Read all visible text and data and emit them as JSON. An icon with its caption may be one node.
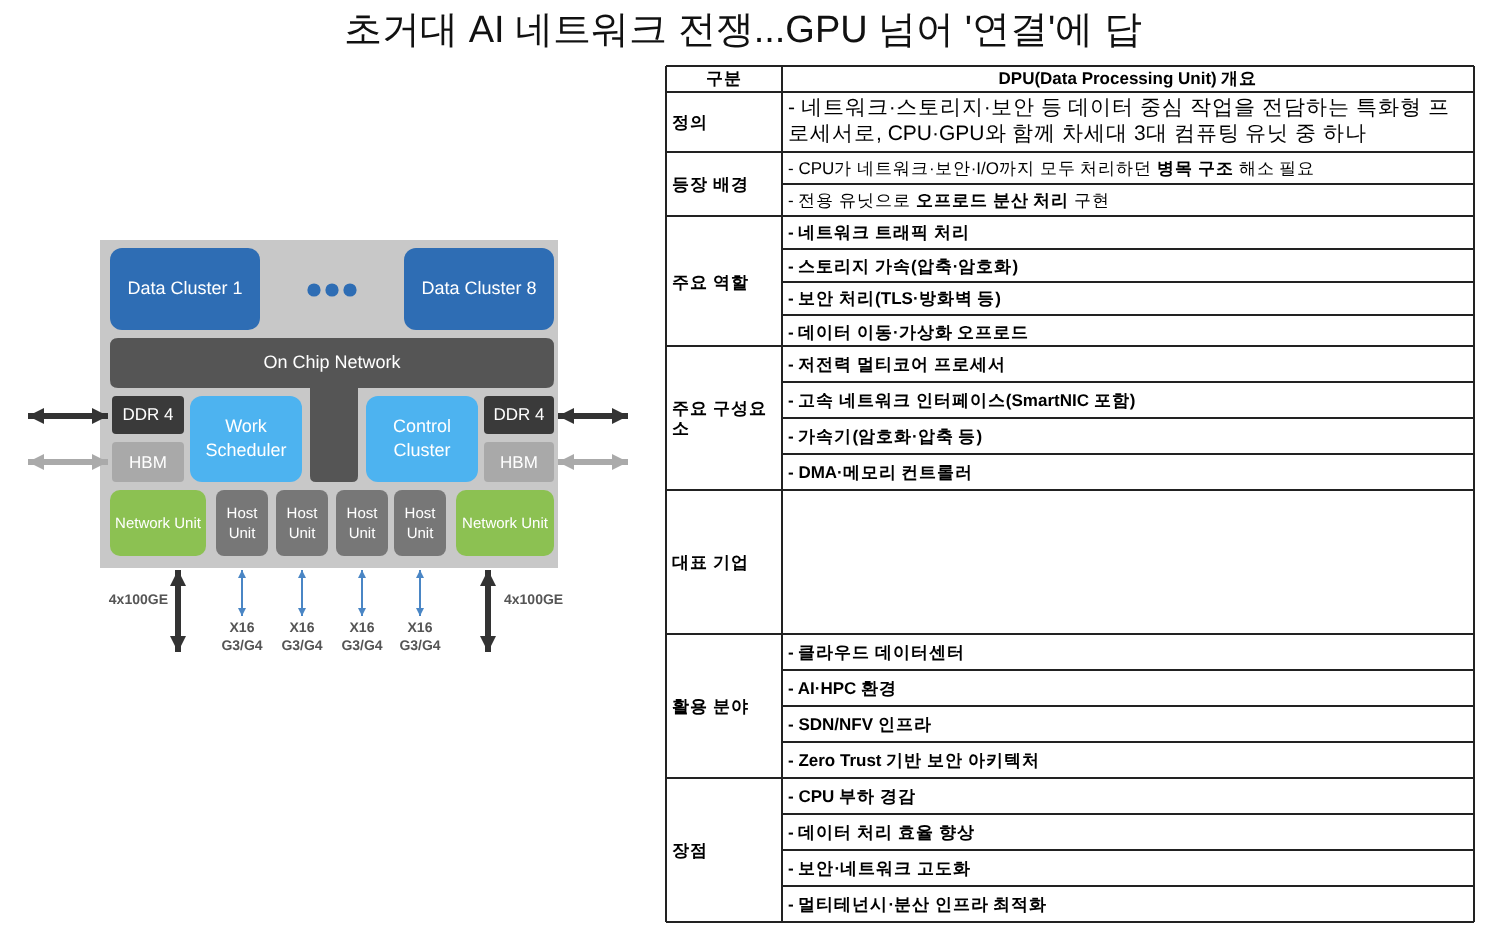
{
  "diagram": {
    "title": "초거대 AI 네트워크 전쟁...GPU 넘어 '연결'에 답",
    "nodes": [
      {
        "text": [],
        "shape": "box"
      },
      {
        "text": [
          "Data Cluster 1"
        ],
        "in": 0
      },
      {
        "text": [
          "Data Cluster 8"
        ],
        "in": 0
      },
      {
        "text": [
          "On Chip Network"
        ],
        "in": 0
      },
      {
        "text": [
          "DDR 4"
        ],
        "in": 0
      },
      {
        "text": [
          "HBM"
        ],
        "in": 0
      },
      {
        "text": [
          "Work Scheduler"
        ],
        "in": 0
      },
      {
        "text": [
          "Control Cluster"
        ],
        "in": 0
      },
      {
        "text": [
          "DDR 4"
        ],
        "in": 0
      },
      {
        "text": [
          "HBM"
        ],
        "in": 0
      },
      {
        "text": [
          "Network Unit"
        ],
        "in": 0
      },
      {
        "text": [
          "Host Unit"
        ],
        "in": 0
      },
      {
        "text": [
          "Host Unit"
        ],
        "in": 0
      },
      {
        "text": [
          "Host Unit"
        ],
        "in": 0
      },
      {
        "text": [
          "Host Unit"
        ],
        "in": 0
      },
      {
        "text": [
          "Network Unit"
        ],
        "in": 0
      }
    ],
    "edges": [
      {
        "from": null,
        "to": 4,
        "arrow": "both"
      },
      {
        "from": null,
        "to": 5,
        "arrow": "both",
        "color": "#aaaaaa"
      },
      {
        "from": null,
        "to": 8,
        "arrow": "both"
      },
      {
        "from": null,
        "to": 9,
        "arrow": "both",
        "color": "#aaaaaa"
      },
      {
        "from": 10,
        "to": null,
        "arrow": "both",
        "label": "4x100GE"
      },
      {
        "from": 11,
        "to": null,
        "arrow": "both",
        "color": "#4a86c5",
        "label": "X16 G3/G4"
      },
      {
        "from": 12,
        "to": null,
        "arrow": "both",
        "color": "#4a86c5",
        "label": "X16 G3/G4"
      },
      {
        "from": 13,
        "to": null,
        "arrow": "both",
        "color": "#4a86c5",
        "label": "X16 G3/G4"
      },
      {
        "from": 14,
        "to": null,
        "arrow": "both",
        "color": "#4a86c5",
        "label": "X16 G3/G4"
      },
      {
        "from": 15,
        "to": null,
        "arrow": "both",
        "label": "4x100GE"
      }
    ],
    "labels": [
      "구분",
      "DPU(Data Processing Unit) 개요",
      "정의",
      "- 네트워크·스토리지·보안 등 데이터 중심 작업을 전담하는 특화형 프로세서로, CPU·GPU와 함께 차세대 3대 컴퓨팅 유닛 중 하나",
      "등장 배경",
      "- CPU가 네트워크·보안·I/O까지 모두 처리하던 **병목 구조** 해소 필요",
      "- 전용 유닛으로 **오프로드 분산 처리** 구현",
      "주요 역할",
      "- 네트워크 트래픽 처리",
      "- 스토리지 가속(압축·암호화)",
      "- 보안 처리(TLS·방화벽 등)",
      "- 데이터 이동·가상화 오프로드",
      "주요 구성요소",
      "- 저전력 멀티코어 프로세서",
      "- 고속 네트워크 인터페이스(SmartNIC 포함)",
      "- 가속기(암호화·압축 등)",
      "- DMA·메모리 컨트롤러",
      "대표 기업",
      "활용 분야",
      "- 클라우드 데이터센터",
      "- AI·HPC 환경",
      "- SDN/NFV 인프라",
      "- Zero Trust 기반 보안 아키텍처",
      "장점",
      "- CPU 부하 경감",
      "- 데이터 처리 효율 향상",
      "- 보안·네트워크 고도화",
      "- 멀티테넌시·분산 인프라 최적화"
    ]
  }
}
